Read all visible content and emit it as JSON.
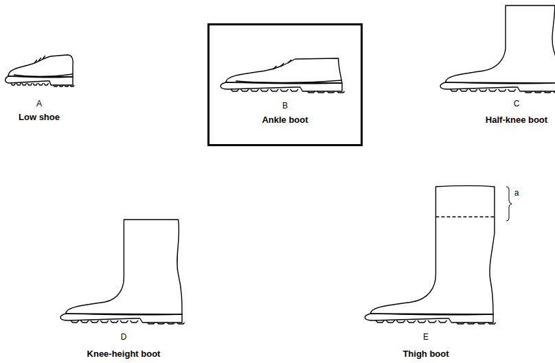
{
  "diagram": {
    "nodes": [
      {
        "text": [
          "B",
          "Ankle boot"
        ]
      }
    ],
    "labels": [
      "A",
      "Low shoe",
      "C",
      "Half-knee boot",
      "D",
      "Knee-height boot",
      "E",
      "Thigh boot",
      "a"
    ]
  }
}
